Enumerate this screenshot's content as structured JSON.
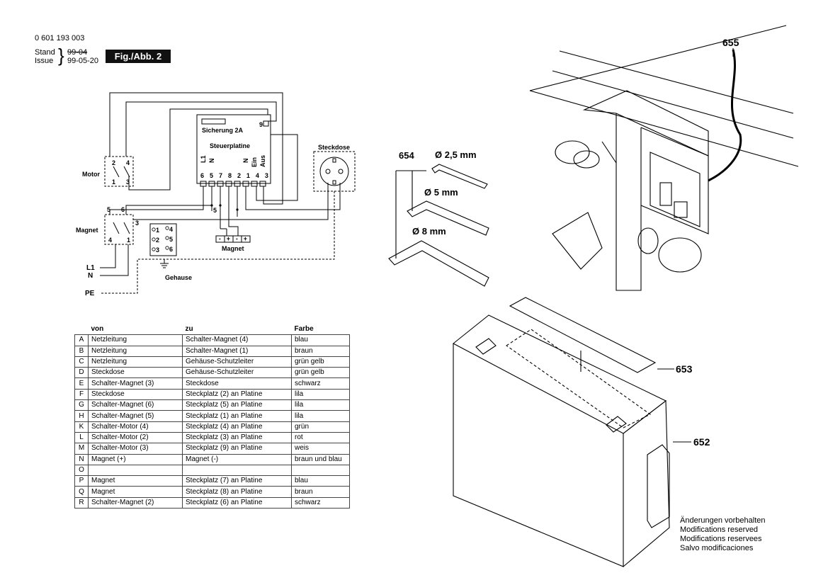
{
  "header": {
    "doc_number": "0 601 193 003",
    "stand_label": "Stand",
    "issue_label": "Issue",
    "old_date": "99-04",
    "issue_date": "99-05-20",
    "fig_label": "Fig./Abb. 2"
  },
  "schematic": {
    "fuse_label": "Sicherung 2A",
    "board_label": "Steuerplatine",
    "board_pins_top": [
      "L1",
      "N",
      "",
      "",
      "N",
      "Ein",
      "Aus"
    ],
    "board_pins": [
      "6",
      "5",
      "7",
      "8",
      "2",
      "1",
      "4",
      "3"
    ],
    "pin9": "9",
    "socket_label": "Steckdose",
    "motor_label": "Motor",
    "motor_pins": [
      "2",
      "4",
      "1",
      "3"
    ],
    "magnet_switch_label": "Magnet",
    "magnet_switch_pins": [
      "5",
      "6",
      "3",
      "4",
      "1"
    ],
    "junction_label": "5",
    "housing_label": "Gehause",
    "housing_pins": [
      "1",
      "4",
      "2",
      "5",
      "3",
      "6"
    ],
    "magnet_terminal_label": "Magnet",
    "magnet_terminals": [
      "-",
      "+",
      "-",
      "+"
    ],
    "l1": "L1",
    "n": "N",
    "pe": "PE"
  },
  "wiring_table": {
    "headers": [
      "",
      "von",
      "zu",
      "Farbe"
    ],
    "rows": [
      [
        "A",
        "Netzleitung",
        "Schalter-Magnet (4)",
        "blau"
      ],
      [
        "B",
        "Netzleitung",
        "Schalter-Magnet (1)",
        "braun"
      ],
      [
        "C",
        "Netzleitung",
        "Gehäuse-Schutzleiter",
        "grün gelb"
      ],
      [
        "D",
        "Steckdose",
        "Gehäuse-Schutzleiter",
        "grün gelb"
      ],
      [
        "E",
        "Schalter-Magnet (3)",
        "Steckdose",
        "schwarz"
      ],
      [
        "F",
        "Steckdose",
        "Steckplatz (2) an Platine",
        "lila"
      ],
      [
        "G",
        "Schalter-Magnet (6)",
        "Steckplatz (5) an Platine",
        "lila"
      ],
      [
        "H",
        "Schalter-Magnet (5)",
        "Steckplatz (1) an Platine",
        "lila"
      ],
      [
        "K",
        "Schalter-Motor (4)",
        "Steckplatz (4) an Platine",
        "grün"
      ],
      [
        "L",
        "Schalter-Motor (2)",
        "Steckplatz (3) an Platine",
        "rot"
      ],
      [
        "M",
        "Schalter-Motor (3)",
        "Steckplatz (9) an Platine",
        "weis"
      ],
      [
        "N",
        "Magnet (+)",
        "Magnet (-)",
        "braun und blau"
      ],
      [
        "O",
        "",
        "",
        ""
      ],
      [
        "P",
        "Magnet",
        "Steckplatz (7) an Platine",
        "blau"
      ],
      [
        "Q",
        "Magnet",
        "Steckplatz (8) an Platine",
        "braun"
      ],
      [
        "R",
        "Schalter-Magnet (2)",
        "Steckplatz (6) an Platine",
        "schwarz"
      ]
    ]
  },
  "keys": {
    "part_number": "654",
    "sizes": [
      "Ø 2,5 mm",
      "Ø 5 mm",
      "Ø 8 mm"
    ]
  },
  "callouts": {
    "chain": "655",
    "insert": "653",
    "case": "652"
  },
  "notes": [
    "Änderungen vorbehalten",
    "Modifications reserved",
    "Modifications reservees",
    "Salvo modificaciones"
  ]
}
